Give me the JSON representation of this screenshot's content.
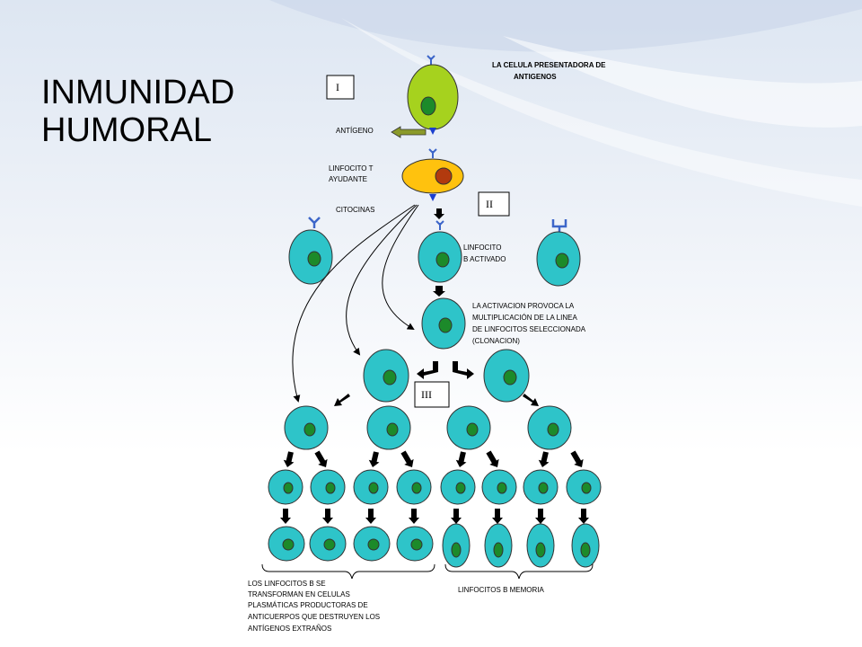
{
  "title": {
    "line1": "INMUNIDAD",
    "line2": "HUMORAL"
  },
  "colors": {
    "apc_fill": "#a6d21e",
    "cell_fill": "#2ec4c9",
    "nucleus_fill": "#1c8a2a",
    "th_fill": "#ffc20e",
    "th_nucleus": "#b23a0e",
    "receptor": "#3d66c9",
    "arrow": "#000000"
  },
  "steps": {
    "one": "I",
    "two": "II",
    "three": "III"
  },
  "labels": {
    "apc_line1": "LA CELULA PRESENTADORA DE",
    "apc_line2": "ANTIGENOS",
    "antigen": "ANTÍGENO",
    "th_line1": "LINFOCITO T",
    "th_line2": "AYUDANTE",
    "cytokines": "CITOCINAS",
    "activated_line1": "LINFOCITO",
    "activated_line2": "B ACTIVADO",
    "activation_line1": "LA ACTIVACION PROVOCA LA",
    "activation_line2": "MULTIPLICACIÓN DE LA LINEA",
    "activation_line3": "DE LINFOCITOS SELECCIONADA",
    "activation_line4": "(CLONACION)",
    "plasma_line1": "LOS LINFOCITOS B SE",
    "plasma_line2": "TRANSFORMAN EN  CELULAS",
    "plasma_line3": "PLASMÁTICAS PRODUCTORAS DE",
    "plasma_line4": "ANTICUERPOS QUE DESTRUYEN LOS",
    "plasma_line5": "ANTÍGENOS EXTRAÑOS",
    "memory": "LINFOCITOS B MEMORIA"
  }
}
